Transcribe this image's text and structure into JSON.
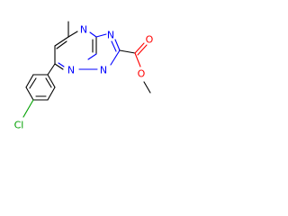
{
  "colors": {
    "carbon_bond": "#000000",
    "nitrogen": "#0000ff",
    "oxygen": "#ff0000",
    "chlorine": "#00a000",
    "background": "#ffffff"
  },
  "atoms": {
    "n_top": "N",
    "n_right": "N",
    "n_bottom_left": "N",
    "n_bottom_right": "N",
    "o_ester": "O",
    "o_methoxy": "O",
    "cl": "Cl"
  }
}
